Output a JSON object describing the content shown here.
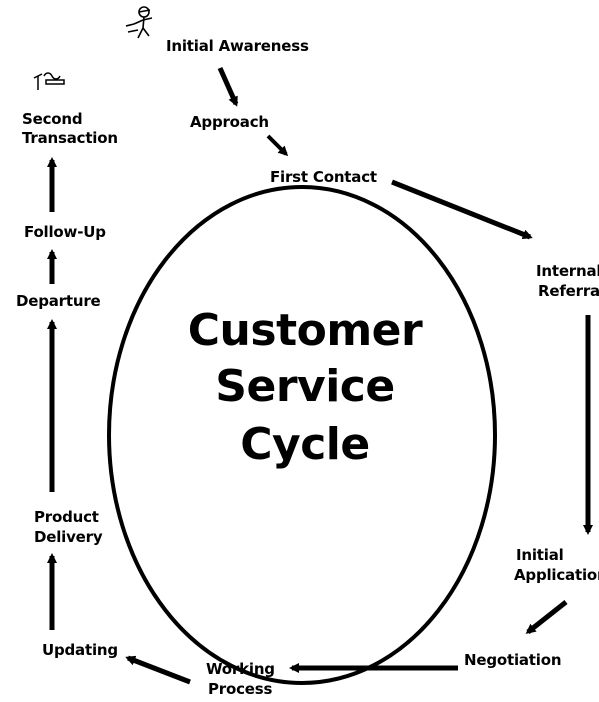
{
  "title": {
    "line1": "Customer",
    "line2": "Service",
    "line3": "Cycle"
  },
  "stages": {
    "initial_awareness": "Initial Awareness",
    "approach": "Approach",
    "first_contact": "First Contact",
    "internal_referral_1": "Internal",
    "internal_referral_2": "Referral",
    "initial_application_1": "Initial",
    "initial_application_2": "Application",
    "negotiation": "Negotiation",
    "working_process_1": "Working",
    "working_process_2": "Process",
    "updating": "Updating",
    "product_delivery_1": "Product",
    "product_delivery_2": "Delivery",
    "departure": "Departure",
    "follow_up": "Follow-Up",
    "second_transaction_1": "Second",
    "second_transaction_2": "Transaction"
  },
  "icons": {
    "top": "person-figure-icon",
    "left": "signpost-figure-icon"
  },
  "colors": {
    "ink": "#000000",
    "background": "#ffffff"
  }
}
